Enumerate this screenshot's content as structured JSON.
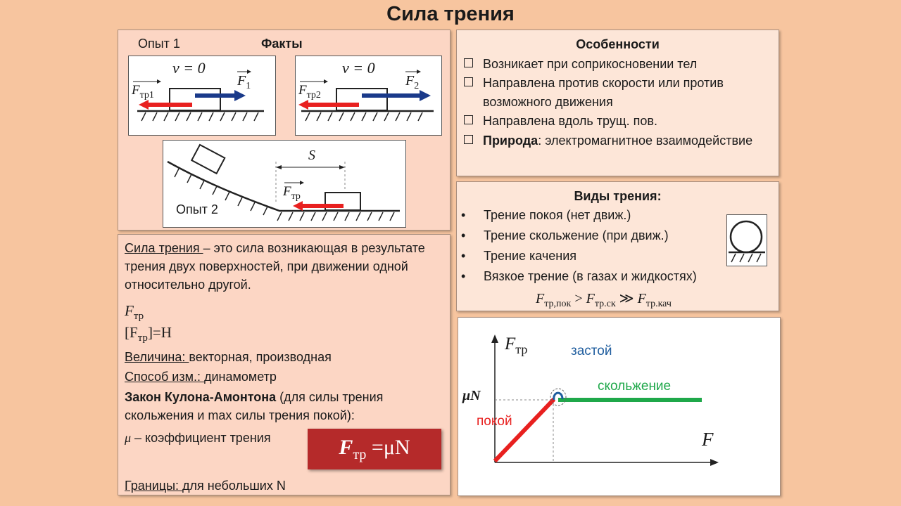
{
  "title": "Сила трения",
  "facts": {
    "exp1_label": "Опыт 1",
    "heading": "Факты",
    "exp2_label": "Опыт 2",
    "v_eq": "v = 0",
    "f_main": "F",
    "sub1": "1",
    "sub2": "2",
    "f_fr": "F",
    "fr_sub1": "тр1",
    "fr_sub2": "тр2",
    "fr_sub": "тр",
    "s_label": "S"
  },
  "features": {
    "heading": "Особенности",
    "items": [
      "Возникает при соприкосновении тел",
      "Направлена против скорости или против возможного движения",
      "Направлена вдоль трущ. пов."
    ],
    "nature_bold": "Природа",
    "nature_rest": ": электромагнитное взаимодействие"
  },
  "kinds": {
    "heading": "Виды трения:",
    "items": [
      "Трение покоя (нет движ.)",
      "Трение скольжение (при движ.)",
      "Трение качения",
      "Вязкое трение (в газах и жидкостях)"
    ],
    "f": "F",
    "s1": "тр,пок",
    "op1": " > ",
    "s2": "тр.ск",
    "op2": " ≫ ",
    "s3": "тр.кач"
  },
  "definition": {
    "term": "Сила трения ",
    "def": "– это сила возникающая в результате трения двух поверхностей, при движении одной относительно другой.",
    "sym_f": "F",
    "sym_sub": "тр",
    "unit_open": "[F",
    "unit_sub": "тр",
    "unit_close": "]=Н",
    "mag_label": "Величина: ",
    "mag_value": "векторная, производная",
    "meas_label": "Способ изм.: ",
    "meas_value": "динамометр",
    "law_bold": "Закон Кулона-Амонтона",
    "law_rest": " (для силы трения скольжения и max силы трения покой):",
    "mu_sym": "μ",
    "mu_text": " – коэффициент трения",
    "formula_f": "F",
    "formula_sub": "тр",
    "formula_rest": " =μN",
    "limits_label": "Границы: ",
    "limits_value": "для небольших N"
  },
  "graph": {
    "ylabel_f": "F",
    "ylabel_sub": "тр",
    "xlabel": "F",
    "mu_n": "μN",
    "zastoy": "застой",
    "skolzhenie": "скольжение",
    "pokoy": "покой",
    "color_rest": "#e8201f",
    "color_slide": "#1fa84a",
    "color_zastoy": "#1f5d9e"
  }
}
